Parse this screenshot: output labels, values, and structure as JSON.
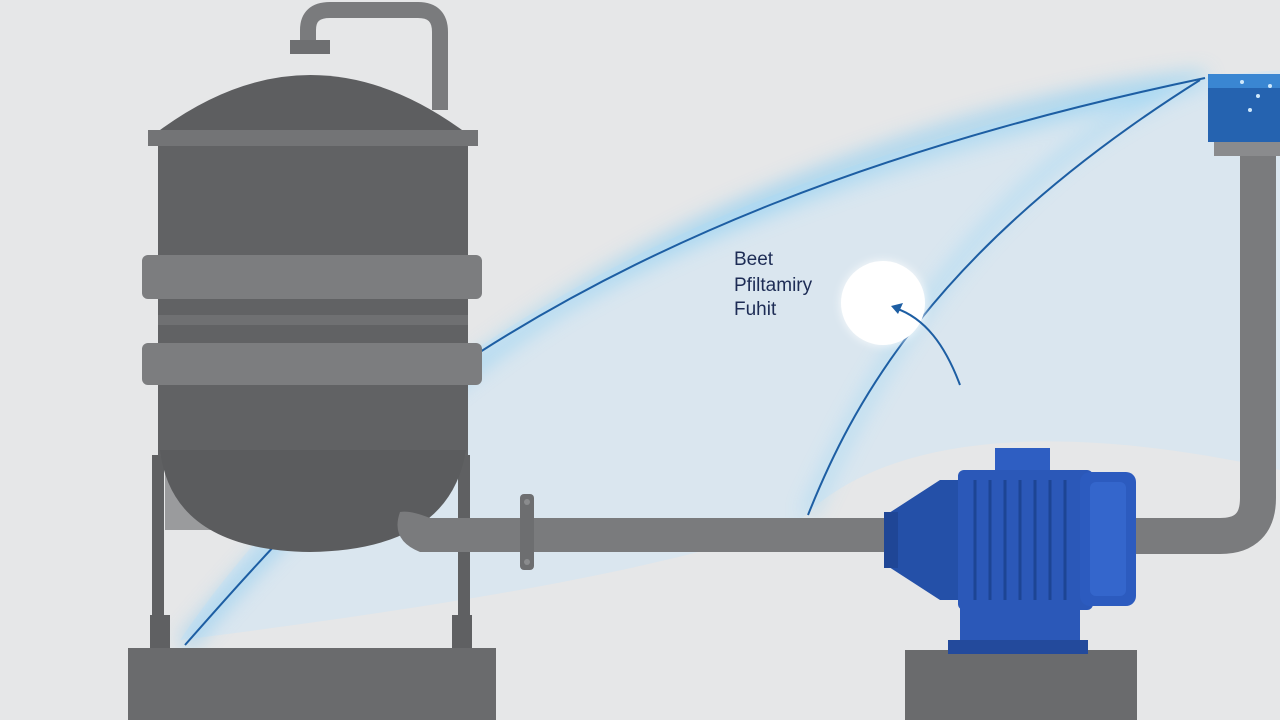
{
  "diagram": {
    "annotation": {
      "lines": [
        "Beet",
        "Pfiltamiry",
        "Fuhit"
      ]
    },
    "components": {
      "tank": "tank",
      "pump": "pump-motor",
      "reservoir": "water-reservoir",
      "suction_pipe": "pipe",
      "discharge_pipe": "pipe"
    },
    "colors": {
      "background": "#e6e7e8",
      "tank": "#5f6062",
      "pipe": "#7a7b7d",
      "pump": "#2b58b8",
      "water": "#1f6fb8",
      "flow_line": "#1d5ea3",
      "flow_glow": "#9fd3f2"
    }
  }
}
